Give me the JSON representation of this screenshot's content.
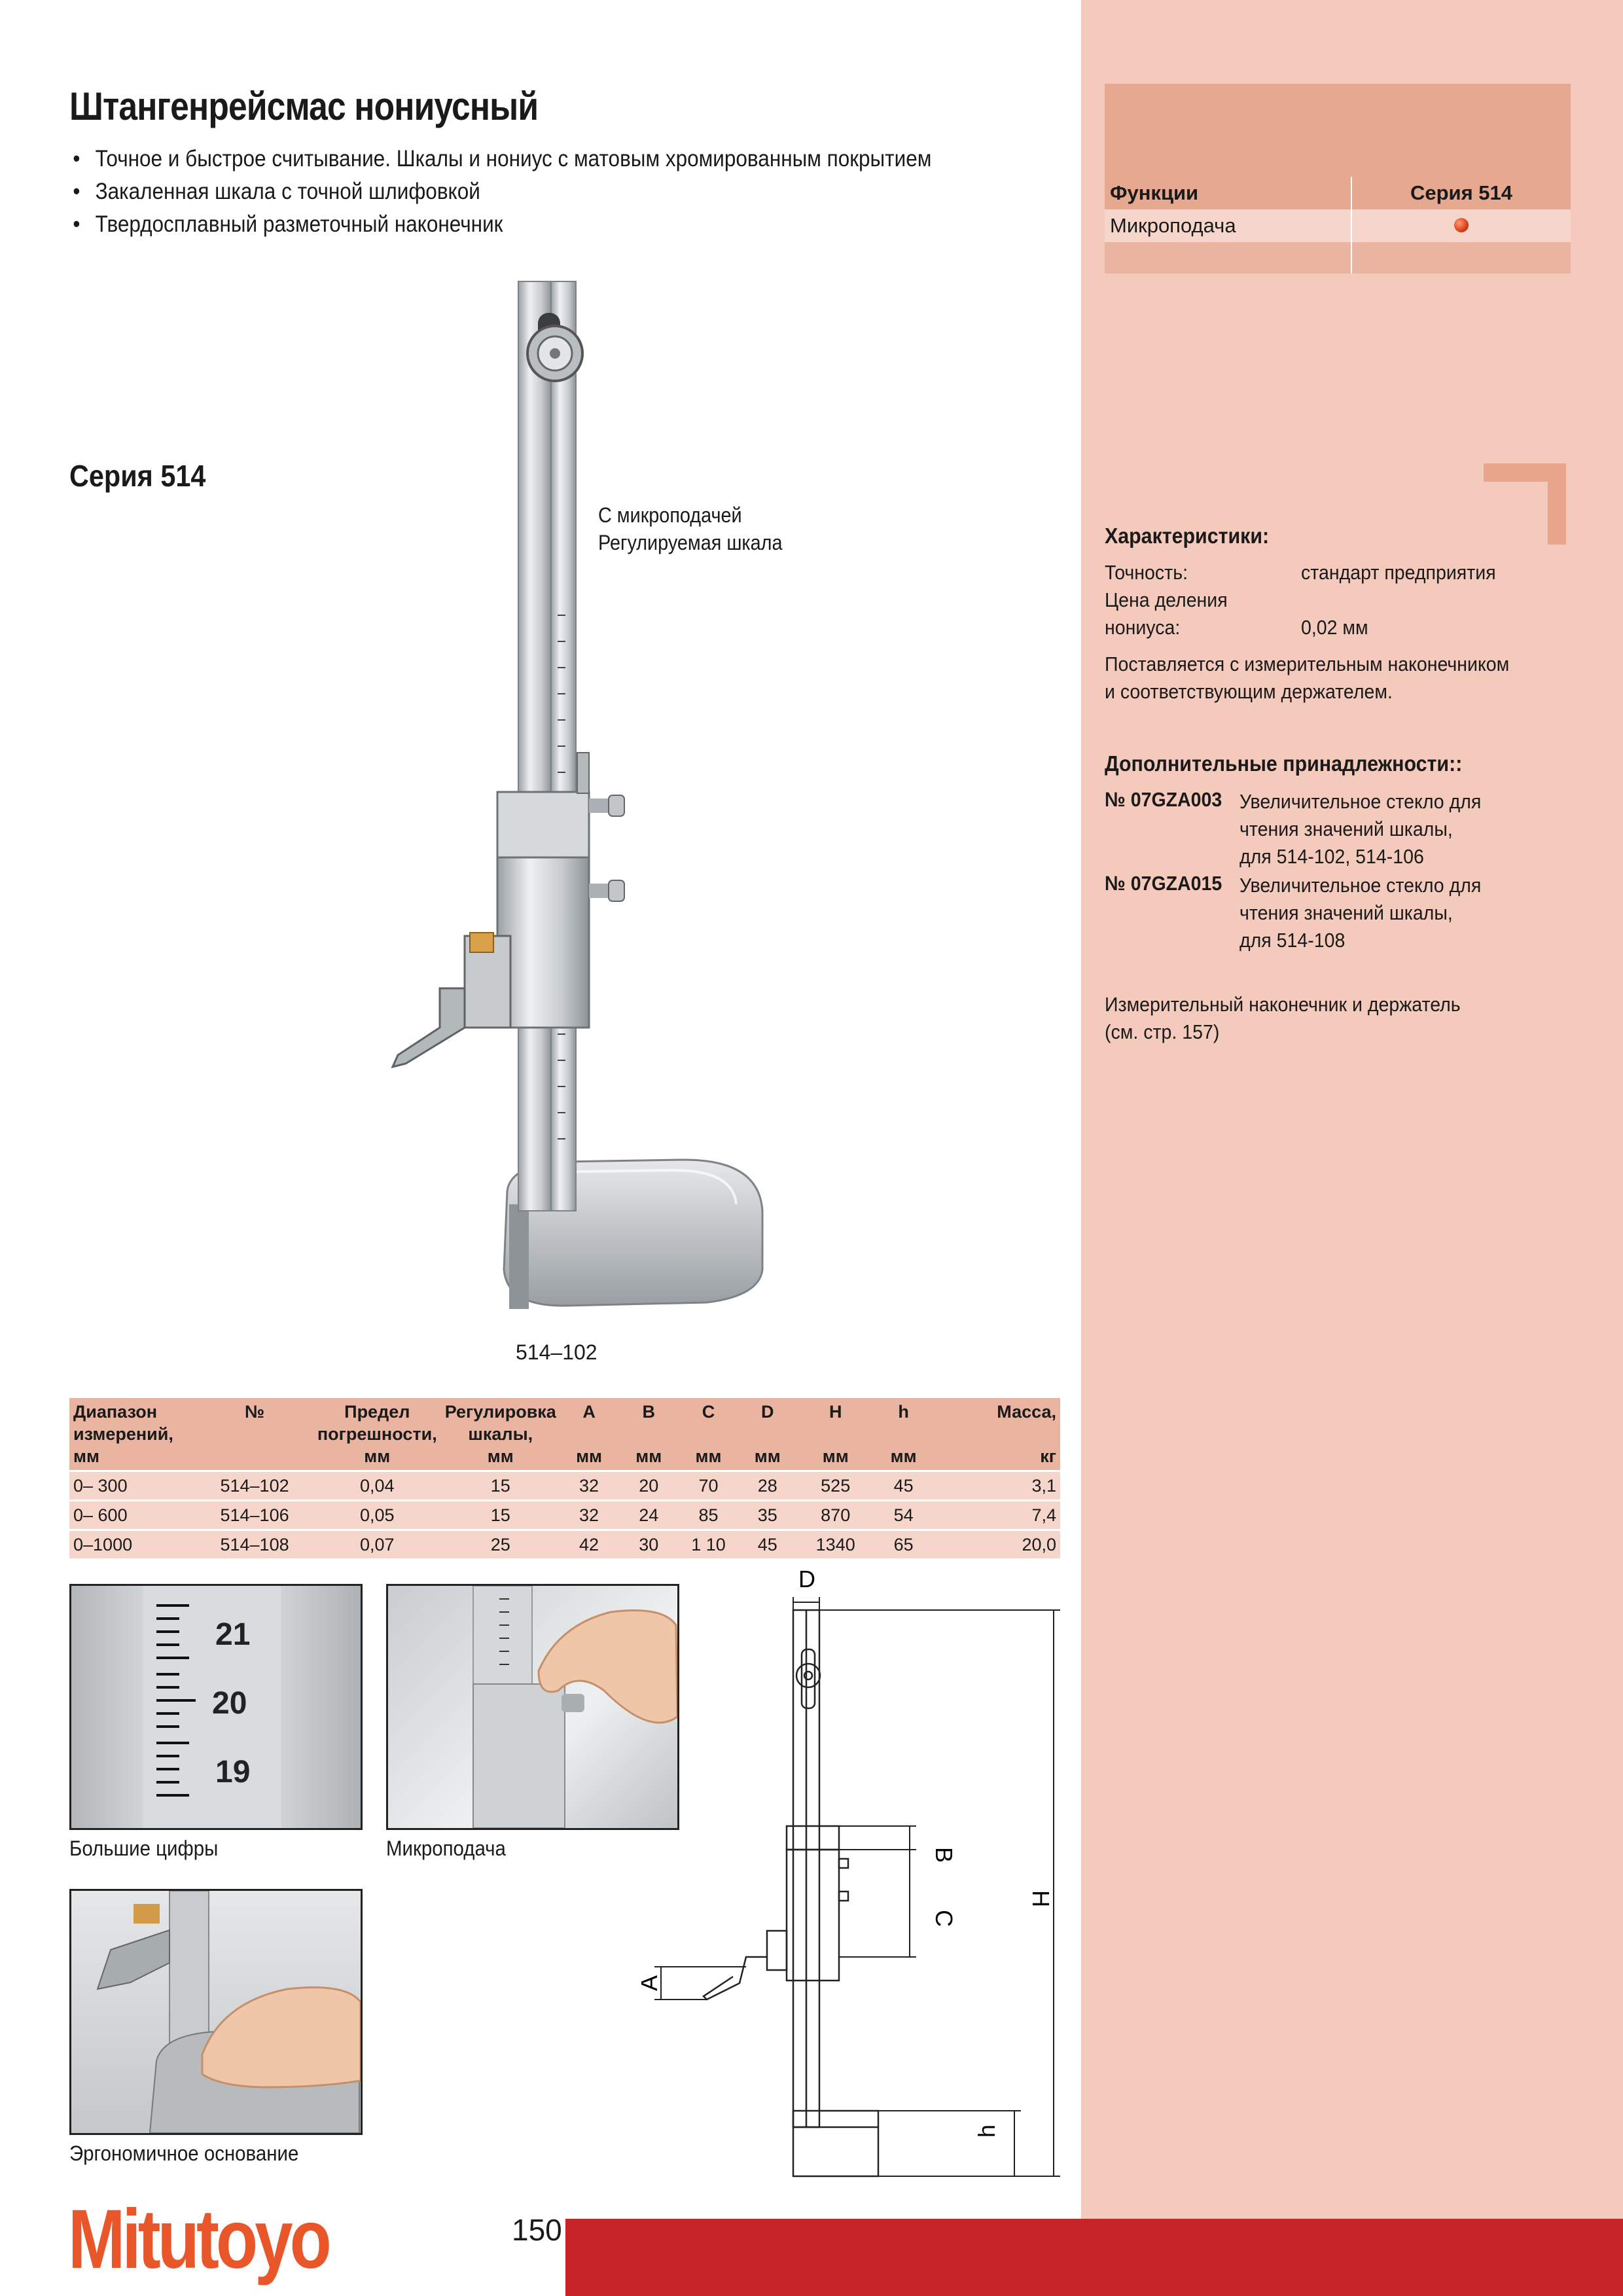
{
  "title": "Штангенрейсмас нониусный",
  "bullets": [
    "Точное и быстрое считывание. Шкалы и нониус с матовым хромированным покрытием",
    "Закаленная шкала с точной шлифовкой",
    "Твердосплавный разметочный наконечник"
  ],
  "series_heading": "Серия 514",
  "callout": [
    "С микроподачей",
    "Регулируемая шкала"
  ],
  "product_caption": "514–102",
  "features": {
    "header_left": "Функции",
    "header_right": "Серия 514",
    "row_label": "Микроподача"
  },
  "characteristics": {
    "heading": "Характеристики:",
    "accuracy_label": "Точность:",
    "accuracy_value": "стандарт предприятия",
    "vernier_label_1": "Цена деления",
    "vernier_label_2": "нониуса:",
    "vernier_value": "0,02 мм",
    "supplied_1": "Поставляется с измерительным наконечником",
    "supplied_2": "и соответствующим держателем."
  },
  "accessories": {
    "heading": "Дополнительные принадлежности::",
    "items": [
      {
        "code": "№ 07GZA003",
        "lines": [
          "Увеличительное стекло для",
          "чтения значений шкалы,",
          "для 514-102, 514-106"
        ]
      },
      {
        "code": "№ 07GZA015",
        "lines": [
          "Увеличительное стекло для",
          "чтения значений шкалы,",
          "для 514-108"
        ]
      }
    ],
    "note_1": "Измерительный наконечник и держатель",
    "note_2": "(см. стр. 157)"
  },
  "table": {
    "headers": [
      [
        "Диапазон",
        "измерений,",
        "мм"
      ],
      [
        "№",
        "",
        ""
      ],
      [
        "Предел",
        "погрешности,",
        "мм"
      ],
      [
        "Регулировка",
        "шкалы,",
        "мм"
      ],
      [
        "A",
        "",
        "мм"
      ],
      [
        "B",
        "",
        "мм"
      ],
      [
        "C",
        "",
        "мм"
      ],
      [
        "D",
        "",
        "мм"
      ],
      [
        "H",
        "",
        "мм"
      ],
      [
        "h",
        "",
        "мм"
      ],
      [
        "Масса,",
        "",
        "кг"
      ]
    ],
    "rows": [
      [
        "0– 300",
        "514–102",
        "0,04",
        "15",
        "32",
        "20",
        "70",
        "28",
        "525",
        "45",
        "3,1"
      ],
      [
        "0– 600",
        "514–106",
        "0,05",
        "15",
        "32",
        "24",
        "85",
        "35",
        "870",
        "54",
        "7,4"
      ],
      [
        "0–1000",
        "514–108",
        "0,07",
        "25",
        "42",
        "30",
        "1 10",
        "45",
        "1340",
        "65",
        "20,0"
      ]
    ]
  },
  "photo_captions": [
    "Большие цифры",
    "Микроподача",
    "Эргономичное основание"
  ],
  "photo1_digits": [
    "21",
    "20",
    "19"
  ],
  "diagram_labels": {
    "D": "D",
    "B": "B",
    "C": "C",
    "H": "H",
    "A": "A",
    "h": "h"
  },
  "page_number": "150",
  "brand": "Mitutoyo",
  "colors": {
    "sidebar": "#f3cabb",
    "accent": "#e6a88f",
    "red_bar": "#c8252b",
    "logo": "#e9562a"
  }
}
